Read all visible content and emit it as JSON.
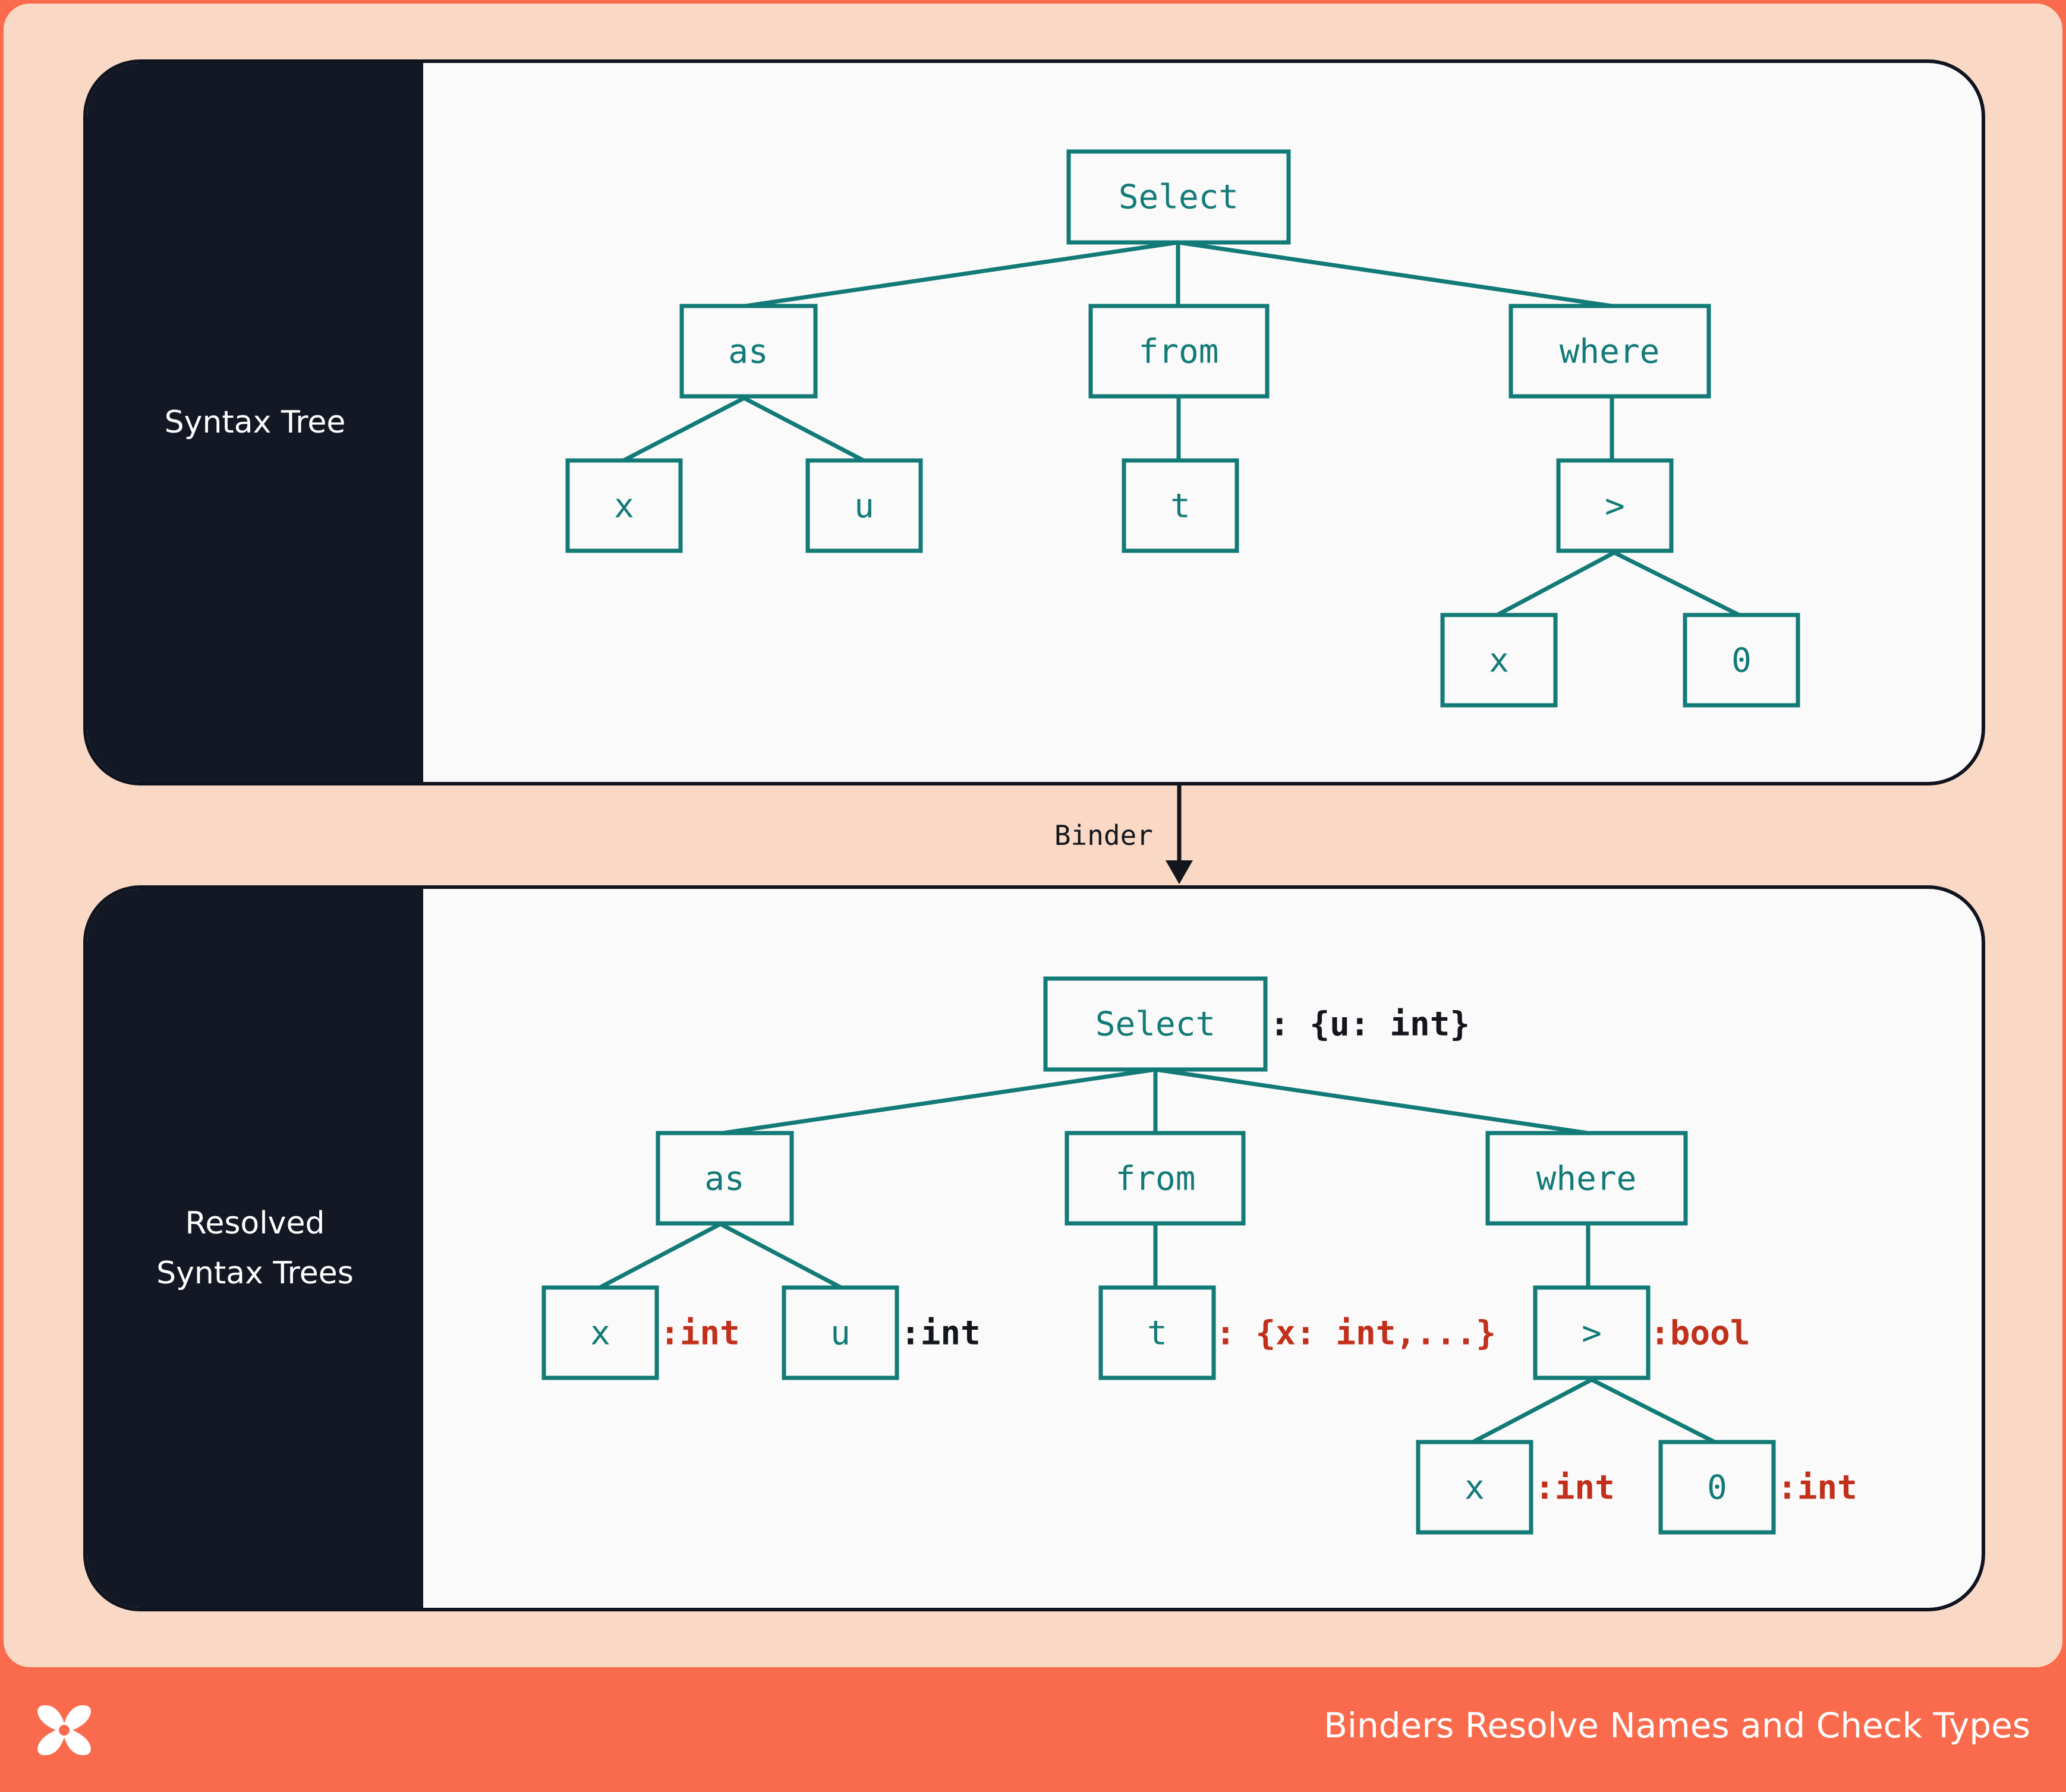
{
  "panels": {
    "top": {
      "label": "Syntax Tree"
    },
    "bottom": {
      "label": "Resolved\nSyntax Trees"
    }
  },
  "arrow": {
    "label": "Binder"
  },
  "tree1": {
    "select": "Select",
    "as": "as",
    "from": "from",
    "where": "where",
    "as_left": "x",
    "as_right": "u",
    "from_child": "t",
    "where_child": ">",
    "gt_left": "x",
    "gt_right": "0"
  },
  "tree2": {
    "select": "Select",
    "as": "as",
    "from": "from",
    "where": "where",
    "as_left": "x",
    "as_right": "u",
    "from_child": "t",
    "where_child": ">",
    "gt_left": "x",
    "gt_right": "0",
    "ann_select": ": {u: int}",
    "ann_as_left": ":int",
    "ann_as_right": ":int",
    "ann_from_child": ": {x: int,...}",
    "ann_where_child": ":bool",
    "ann_gt_left": ":int",
    "ann_gt_right": ":int"
  },
  "footer": {
    "title": "Binders Resolve Names and Check Types",
    "logo_icon": "cross-logo-icon"
  },
  "colors": {
    "node": "#127a77",
    "annotation_red": "#c1301a",
    "annotation_dark": "#14161d",
    "page_bg": "#f9d9c5",
    "footer_bg": "#fa6a4c"
  }
}
